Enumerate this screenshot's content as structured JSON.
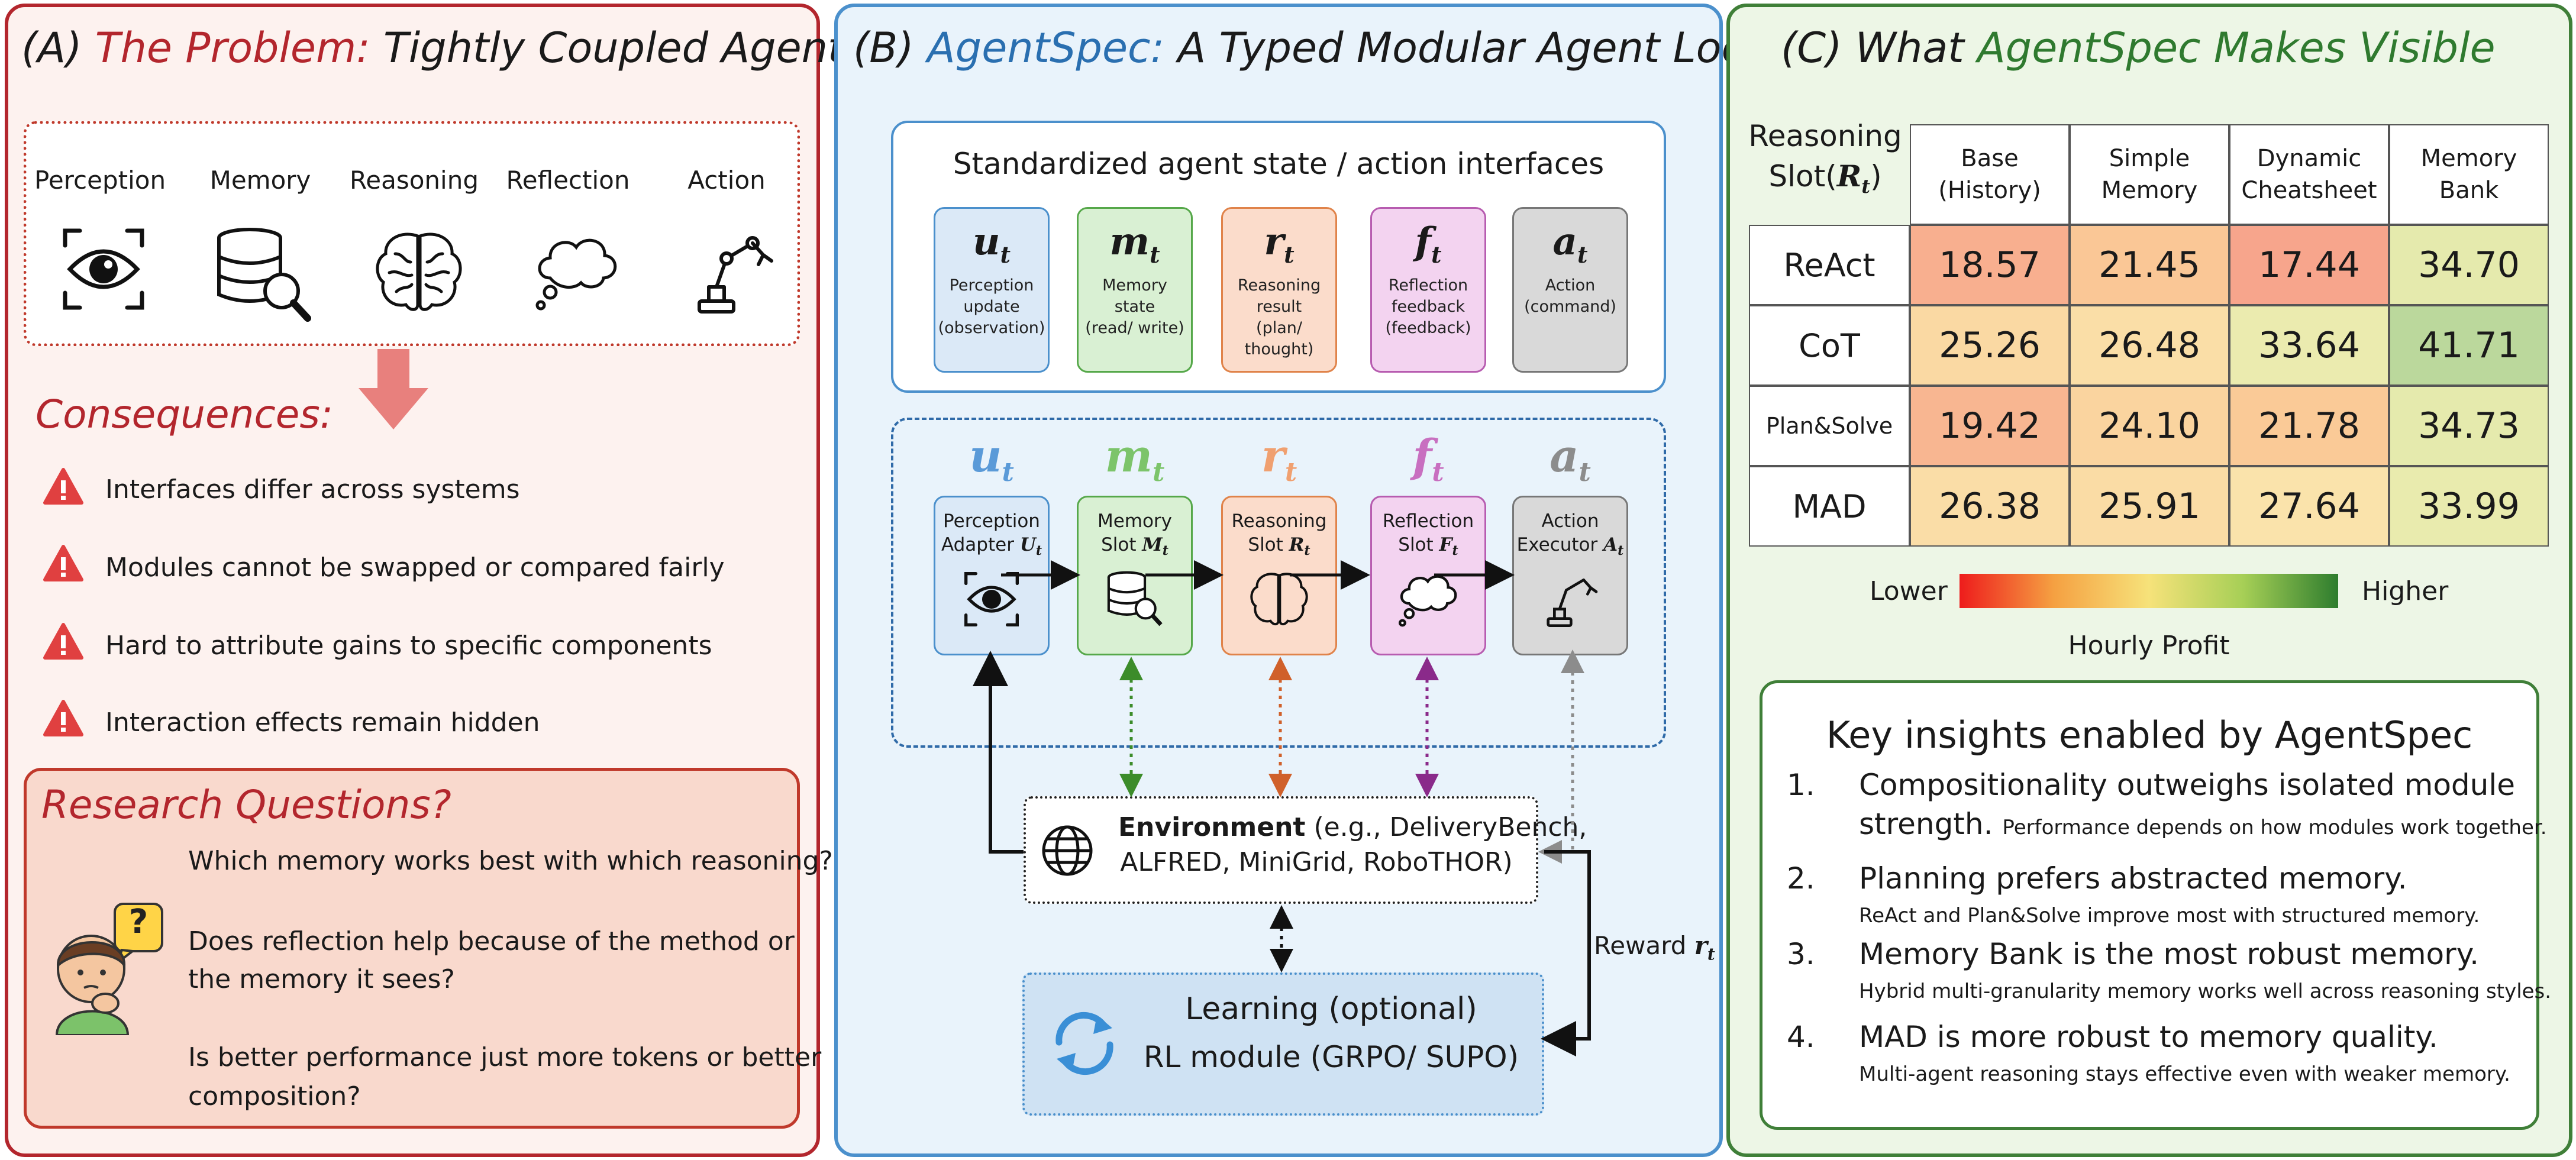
{
  "panel_a": {
    "title_prefix": "(A) ",
    "title_em": "The Problem:",
    "title_rest": " Tightly Coupled Agents",
    "modules": [
      "Perception",
      "Memory",
      "Reasoning",
      "Reflection",
      "Action"
    ],
    "consequences_title": "Consequences:",
    "consequences": [
      "Interfaces differ across systems",
      "Modules cannot be swapped or compared fairly",
      "Hard to attribute gains to specific components",
      "Interaction effects remain hidden"
    ],
    "rq_title": "Research Questions?",
    "questions": [
      "Which memory works best with which reasoning?",
      "Does reflection help because of the method or",
      "the memory it sees?",
      "Is better performance just more tokens or better",
      "composition?"
    ],
    "question_mark": "?"
  },
  "panel_b": {
    "title_prefix": "(B) ",
    "title_em": "AgentSpec:",
    "title_rest": " A Typed Modular Agent Loop",
    "interfaces_title": "Standardized agent state / action interfaces",
    "interfaces": [
      {
        "sym": "u",
        "sub": "t",
        "lines": [
          "Perception",
          "update",
          "(observation)"
        ]
      },
      {
        "sym": "m",
        "sub": "t",
        "lines": [
          "Memory",
          "state",
          "(read/ write)"
        ]
      },
      {
        "sym": "r",
        "sub": "t",
        "lines": [
          "Reasoning",
          "result",
          "(plan/ thought)"
        ]
      },
      {
        "sym": "f",
        "sub": "t",
        "lines": [
          "Reflection",
          "feedback",
          "(feedback)"
        ]
      },
      {
        "sym": "a",
        "sub": "t",
        "lines": [
          "Action",
          "(command)"
        ]
      }
    ],
    "slots": [
      {
        "sym": "u",
        "sub": "t",
        "l1": "Perception",
        "l2": "Adapter ",
        "v": "U",
        "vs": "t"
      },
      {
        "sym": "m",
        "sub": "t",
        "l1": "Memory",
        "l2": "Slot ",
        "v": "M",
        "vs": "t"
      },
      {
        "sym": "r",
        "sub": "t",
        "l1": "Reasoning",
        "l2": "Slot ",
        "v": "R",
        "vs": "t"
      },
      {
        "sym": "f",
        "sub": "t",
        "l1": "Reflection",
        "l2": "Slot ",
        "v": "F",
        "vs": "t"
      },
      {
        "sym": "a",
        "sub": "t",
        "l1": "Action",
        "l2": "Executor ",
        "v": "A",
        "vs": "t"
      }
    ],
    "environment_bold": "Environment",
    "environment_rest": " (e.g., DeliveryBench,",
    "environment_line2": "ALFRED, MiniGrid, RoboTHOR)",
    "learning_bold": "Learning",
    "learning_rest": " (optional)",
    "learning_line2": "RL module (GRPO/ SUPO)",
    "reward_label": "Reward ",
    "reward_sym": "r",
    "reward_sub": "t"
  },
  "panel_c": {
    "title_prefix": "(C) What ",
    "title_em": "AgentSpec Makes Visible",
    "row_header_l1": "Reasoning",
    "row_header_l2": "Slot(",
    "row_header_sym": "R",
    "row_header_sub": "t",
    "row_header_close": ")",
    "legend_low": "Lower",
    "legend_high": "Higher",
    "legend_caption": "Hourly Profit",
    "insights_title": "Key insights enabled by AgentSpec",
    "insights": [
      {
        "num": "1.",
        "head1": "Compositionality outweighs isolated module",
        "head2": "strength.",
        "note": "Performance depends on how modules work together."
      },
      {
        "num": "2.",
        "head1": "Planning prefers abstracted memory.",
        "head2": "",
        "note": "ReAct and Plan&Solve improve most with structured memory."
      },
      {
        "num": "3.",
        "head1": "Memory Bank is the most robust memory.",
        "head2": "",
        "note": "Hybrid multi-granularity memory works well across reasoning styles."
      },
      {
        "num": "4.",
        "head1": "MAD is more robust to memory quality.",
        "head2": "",
        "note": "Multi-agent reasoning stays effective even with weaker memory."
      }
    ]
  },
  "chart_data": {
    "type": "heatmap",
    "columns": [
      {
        "l1": "Base",
        "l2": "(History)"
      },
      {
        "l1": "Simple",
        "l2": "Memory"
      },
      {
        "l1": "Dynamic",
        "l2": "Cheatsheet"
      },
      {
        "l1": "Memory",
        "l2": "Bank"
      }
    ],
    "rows": [
      "ReAct",
      "CoT",
      "Plan&Solve",
      "MAD"
    ],
    "values": [
      [
        "18.57",
        "21.45",
        "17.44",
        "34.70"
      ],
      [
        "25.26",
        "26.48",
        "33.64",
        "41.71"
      ],
      [
        "19.42",
        "24.10",
        "21.78",
        "34.73"
      ],
      [
        "26.38",
        "25.91",
        "27.64",
        "33.99"
      ]
    ],
    "colorbar": {
      "low": "Lower",
      "high": "Higher",
      "label": "Hourly Profit"
    }
  },
  "colors": {
    "red_accent": "#b3262d",
    "blue_accent": "#2a6fb0",
    "green_accent": "#2f7a2f",
    "perception": "#dbe9f7",
    "memory": "#d9f0d3",
    "reasoning": "#fbdccb",
    "reflection": "#f3d3f0",
    "action": "#d9d9d9"
  }
}
